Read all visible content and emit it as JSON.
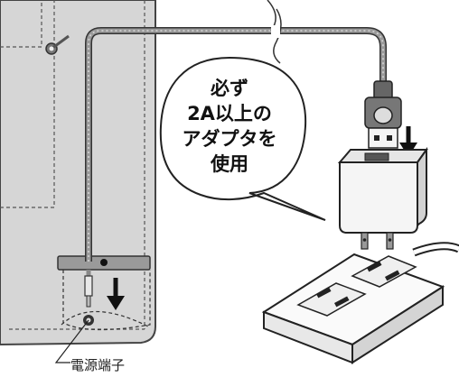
{
  "callout": {
    "lines": [
      "必ず",
      "2A以上の",
      "アダプタを",
      "使用"
    ]
  },
  "labels": {
    "power_port": "電源端子"
  },
  "icons": {
    "plug": "usb-plug-icon",
    "adapter": "ac-adapter-icon",
    "strip": "power-strip-icon",
    "arrow": "down-arrow-icon"
  },
  "colors": {
    "panel": "#d9d9d9",
    "outline": "#333333",
    "cable": "#888888"
  }
}
